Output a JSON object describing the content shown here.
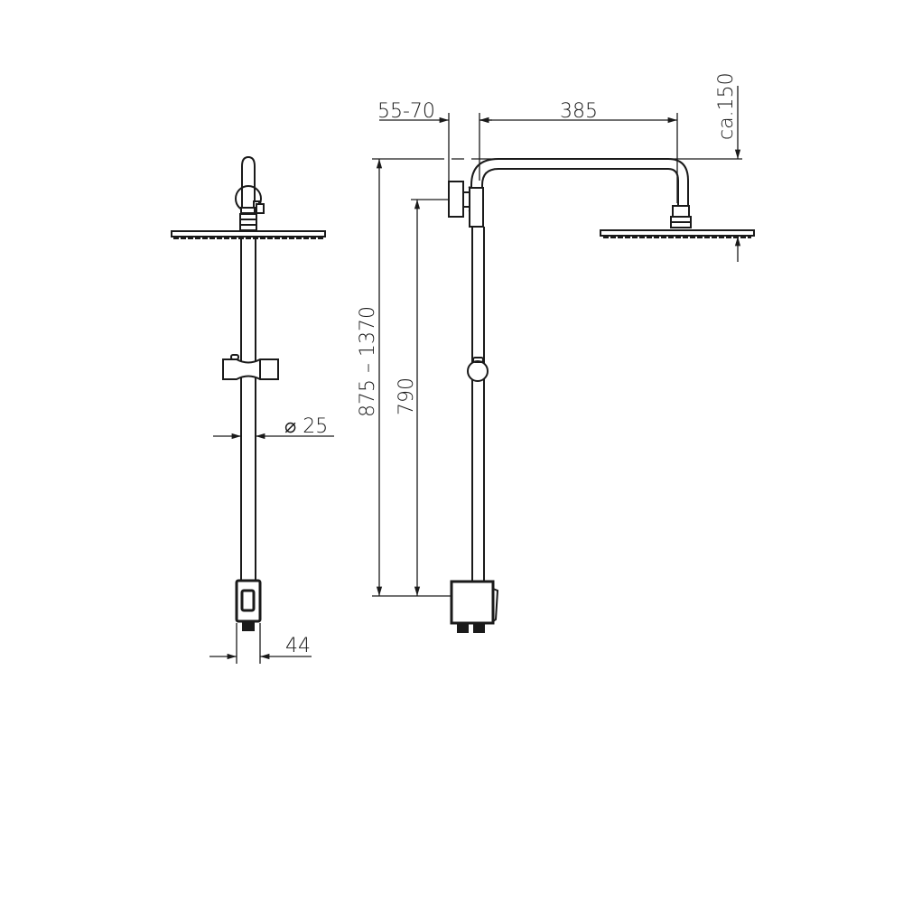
{
  "drawing": {
    "type": "technical dimension drawing",
    "subject": "shower column with overhead rain shower head",
    "stroke_color": "#1a1a1a",
    "background": "#ffffff",
    "views": [
      {
        "name": "front-view",
        "description": "front elevation"
      },
      {
        "name": "side-view",
        "description": "side elevation"
      }
    ]
  },
  "dimensions": {
    "pipe_diameter": "⌀ 25",
    "base_width": "44",
    "wall_offset": "55-70",
    "arm_length": "385",
    "head_height": "ca.150",
    "total_height": "875 – 1370",
    "lower_height": "790"
  }
}
